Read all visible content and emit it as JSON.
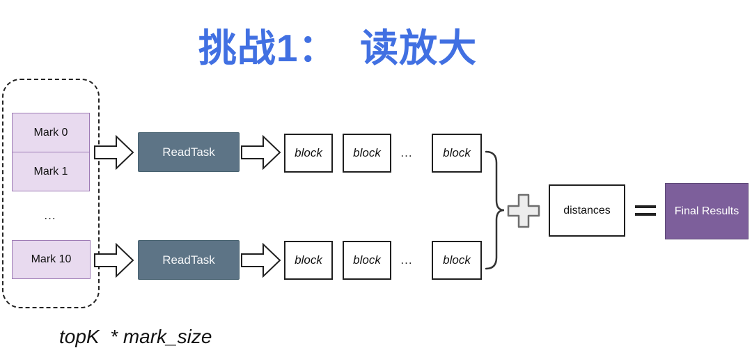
{
  "title": {
    "text": "挑战1：  读放大"
  },
  "colors": {
    "title_blue": "#4170E2",
    "mark_fill": "#E8DAEF",
    "mark_border": "#9E7BB5",
    "readtask_fill": "#5D7486",
    "readtask_border": "#45606E",
    "block_border": "#1F1F1F",
    "plus_fill": "#EDEDED",
    "plus_border": "#6E6E6E",
    "final_fill": "#7D5F9B",
    "final_border": "#5E4878"
  },
  "marks": {
    "items": [
      "Mark 0",
      "Mark 1"
    ],
    "ellipsis": "...",
    "last_item": "Mark 10"
  },
  "pipeline": {
    "read_task_label": "ReadTask",
    "block_label": "block",
    "row_ellipsis": "..."
  },
  "aggregation": {
    "distances_label": "distances",
    "final_results_label": "Final Results"
  },
  "footnote": "topK  * mark_size"
}
